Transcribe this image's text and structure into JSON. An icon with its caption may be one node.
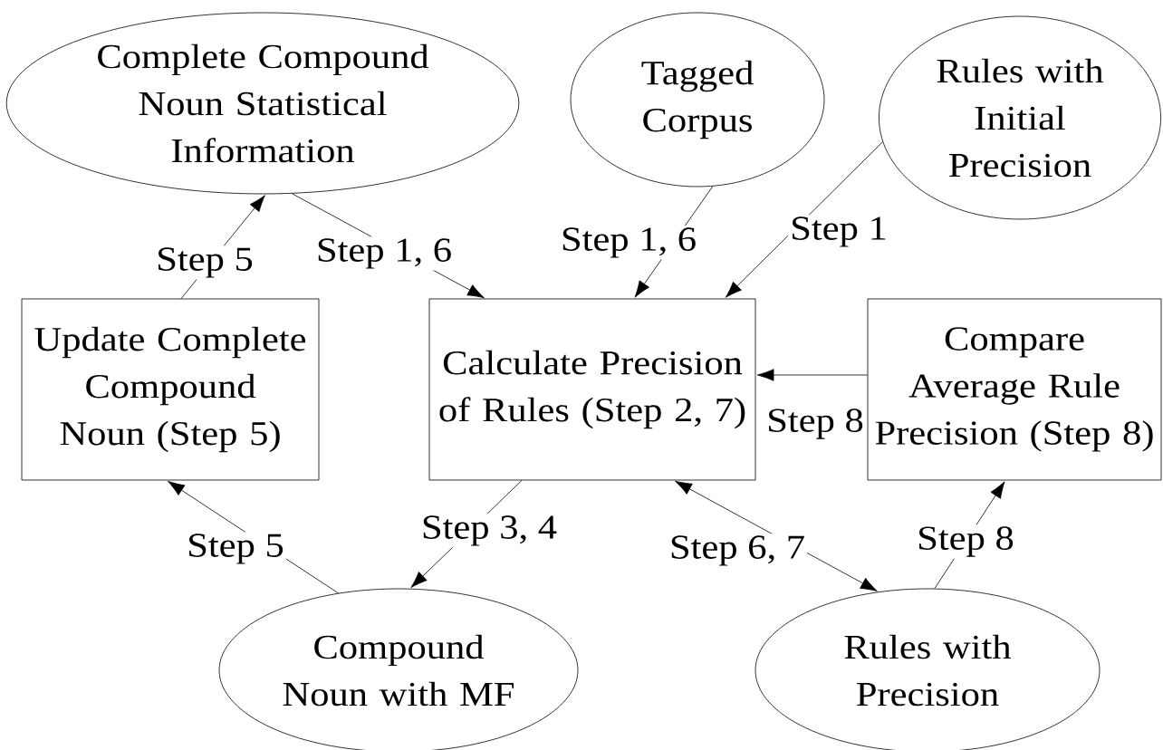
{
  "diagram": {
    "nodes": [
      {
        "text": [
          "Complete Compound Noun Statistical Information"
        ]
      },
      {
        "text": [
          "Tagged Corpus"
        ]
      },
      {
        "text": [
          "Rules with Initial Precision"
        ]
      },
      {
        "text": [
          "Update Complete Compound Noun (Step 5)"
        ]
      },
      {
        "text": [
          "Calculate Precision of Rules (Step 2, 7)"
        ]
      },
      {
        "text": [
          "Compare Average Rule Precision (Step 8)"
        ]
      },
      {
        "text": [
          "Compound Noun with MF"
        ]
      },
      {
        "text": [
          "Rules with Precision"
        ]
      }
    ],
    "edges": [
      {
        "from": 3,
        "to": 0,
        "arrow": "to",
        "label": "Step 5"
      },
      {
        "from": 0,
        "to": 4,
        "arrow": "to",
        "label": "Step 1, 6"
      },
      {
        "from": 1,
        "to": 4,
        "arrow": "to",
        "label": "Step 1, 6"
      },
      {
        "from": 2,
        "to": 4,
        "arrow": "to",
        "label": "Step 1"
      },
      {
        "from": 5,
        "to": 4,
        "arrow": "to",
        "label": "Step 8"
      },
      {
        "from": 6,
        "to": 3,
        "arrow": "to",
        "label": "Step 5"
      },
      {
        "from": 4,
        "to": 6,
        "arrow": "to",
        "label": "Step 3, 4"
      },
      {
        "from": 4,
        "to": 7,
        "arrow": "both",
        "label": "Step 6, 7"
      },
      {
        "from": 7,
        "to": 5,
        "arrow": "to",
        "label": "Step 8"
      }
    ]
  }
}
